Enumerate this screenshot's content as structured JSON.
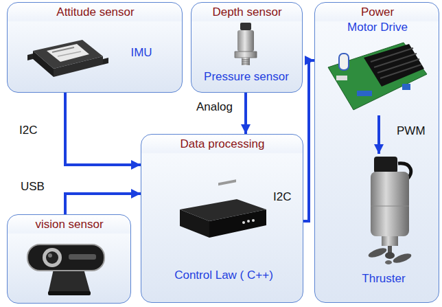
{
  "diagram": {
    "nodes": [
      {
        "text": [
          "Attitude sensor",
          "IMU"
        ]
      },
      {
        "text": [
          "Depth sensor",
          "Pressure sensor"
        ]
      },
      {
        "text": [
          "Power",
          "Motor Drive",
          "Thruster"
        ]
      },
      {
        "text": [
          "Data processing",
          "Control Law ( C++)"
        ]
      },
      {
        "text": [
          "vision sensor"
        ]
      }
    ],
    "edges": [
      {
        "from": 0,
        "to": 3,
        "label": "I2C",
        "arrow": "to"
      },
      {
        "from": 1,
        "to": 3,
        "label": "Analog",
        "arrow": "to"
      },
      {
        "from": 4,
        "to": 3,
        "label": "USB",
        "arrow": "to"
      },
      {
        "from": 3,
        "to": 2,
        "label": "I2C",
        "arrow": "to"
      }
    ],
    "labels": [
      "PWM"
    ]
  }
}
